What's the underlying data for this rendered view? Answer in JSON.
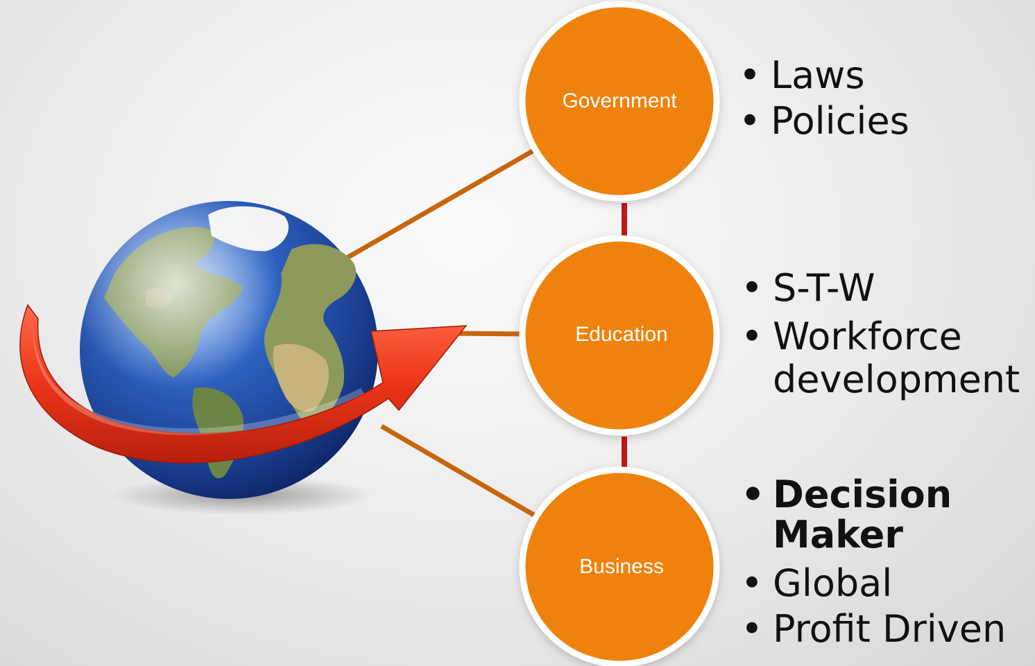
{
  "nodes": [
    {
      "id": "government",
      "label": "Government",
      "fill": "#EE820E"
    },
    {
      "id": "education",
      "label": "Education",
      "fill": "#EE820E"
    },
    {
      "id": "business",
      "label": "Business",
      "fill": "#EE820E"
    }
  ],
  "bullets": {
    "government": [
      "Laws",
      "Policies"
    ],
    "education": [
      "S-T-W",
      "Workforce development"
    ],
    "business": [
      "Decision Maker",
      "Global",
      "Profit Driven"
    ]
  },
  "colors": {
    "connector": "#C8660E",
    "link": "#C0161B",
    "arrow": "#E8331B",
    "globe_ocean": "#1F4FA8",
    "node_outline": "#FFFFFF"
  },
  "icons": {
    "globe": "globe-icon",
    "arrow": "curved-arrow-icon"
  }
}
